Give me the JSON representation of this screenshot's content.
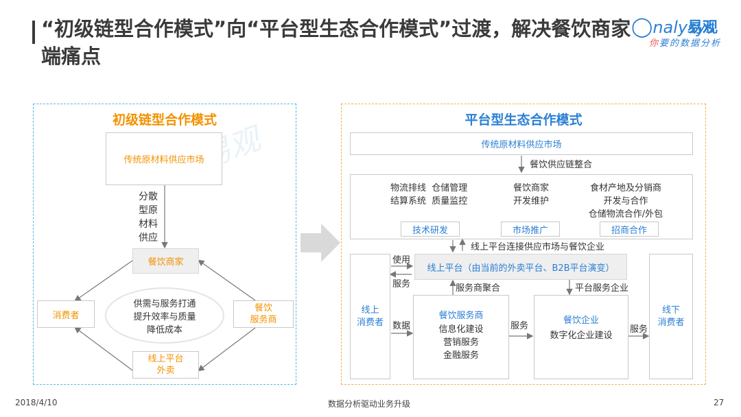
{
  "header": {
    "title": "“初级链型合作模式”向“平台型生态合作模式”过渡，解决餐饮商家端痛点",
    "logo_en": "nalysys",
    "logo_cn": "易观",
    "logo_sub_red": "你",
    "logo_sub": "要的数据分析"
  },
  "left": {
    "title": "初级链型合作模式",
    "market": "传统原材料供应市场",
    "supply": [
      "分散",
      "型原",
      "材料",
      "供应"
    ],
    "merchant": "餐饮商家",
    "consumer": "消费者",
    "service": [
      "餐饮",
      "服务商"
    ],
    "platform": [
      "线上平台",
      "外卖"
    ],
    "center": [
      "供需与服务打通",
      "提升效率与质量",
      "降低成本"
    ]
  },
  "right": {
    "title": "平台型生态合作模式",
    "market": "传统原材料供应市场",
    "integration": "餐饮供应链整合",
    "col1": [
      "物流排线  仓储管理",
      "结算系统  质量监控"
    ],
    "col2": [
      "餐饮商家",
      "开发维护"
    ],
    "col3": [
      "食材产地及分销商",
      "开发与合作",
      "仓储物流合作/外包"
    ],
    "tag1": "技术研发",
    "tag2": "市场推广",
    "tag3": "招商合作",
    "connect": "线上平台连接供应市场与餐饮企业",
    "platform": "线上平台（由当前的外卖平台、B2B平台演变）",
    "use": "使用",
    "serve": "服务",
    "online_consumer": [
      "线上",
      "消费者"
    ],
    "data": "数据",
    "agg": "服务商聚合",
    "platform_service": "平台服务企业",
    "svc_title": "餐饮服务商",
    "svc_items": [
      "信息化建设",
      "营销服务",
      "金融服务"
    ],
    "svc_to_ent": "服务",
    "ent_title": "餐饮企业",
    "ent_item": "数字化企业建设",
    "ent_to_off": "服务",
    "offline_consumer": [
      "线下",
      "消费者"
    ]
  },
  "footer": {
    "date": "2018/4/10",
    "center": "数据分析驱动业务升级",
    "page": "27"
  },
  "watermark": "易观"
}
